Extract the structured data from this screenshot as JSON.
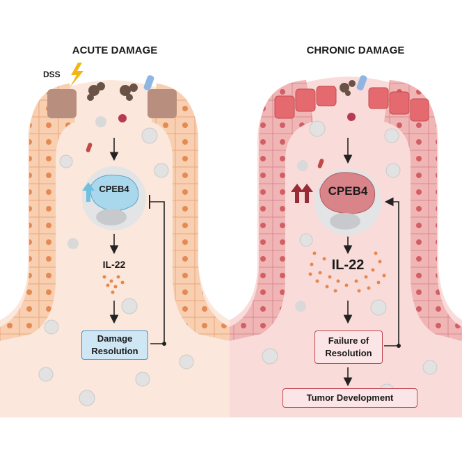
{
  "acute": {
    "title": "ACUTE DAMAGE",
    "trigger": "DSS",
    "protein": "CPEB4",
    "cytokine": "IL-22",
    "outcome": "Damage Resolution"
  },
  "chronic": {
    "title": "CHRONIC DAMAGE",
    "protein": "CPEB4",
    "cytokine": "IL-22",
    "outcome": "Failure of Resolution",
    "final_outcome": "Tumor Development"
  },
  "colors": {
    "acute_tissue": "#f6c9a8",
    "acute_lumen": "#fde8da",
    "chronic_tissue": "#e9a7a8",
    "chronic_lumen": "#f7d6d3",
    "acute_box_fill": "#cfe6f5",
    "acute_box_border": "#4a8fc1",
    "chronic_box_fill": "#fbe5e6",
    "chronic_box_border": "#c0424e",
    "acute_cpeb4": "#9fd3ea",
    "chronic_cpeb4": "#d9828a"
  }
}
